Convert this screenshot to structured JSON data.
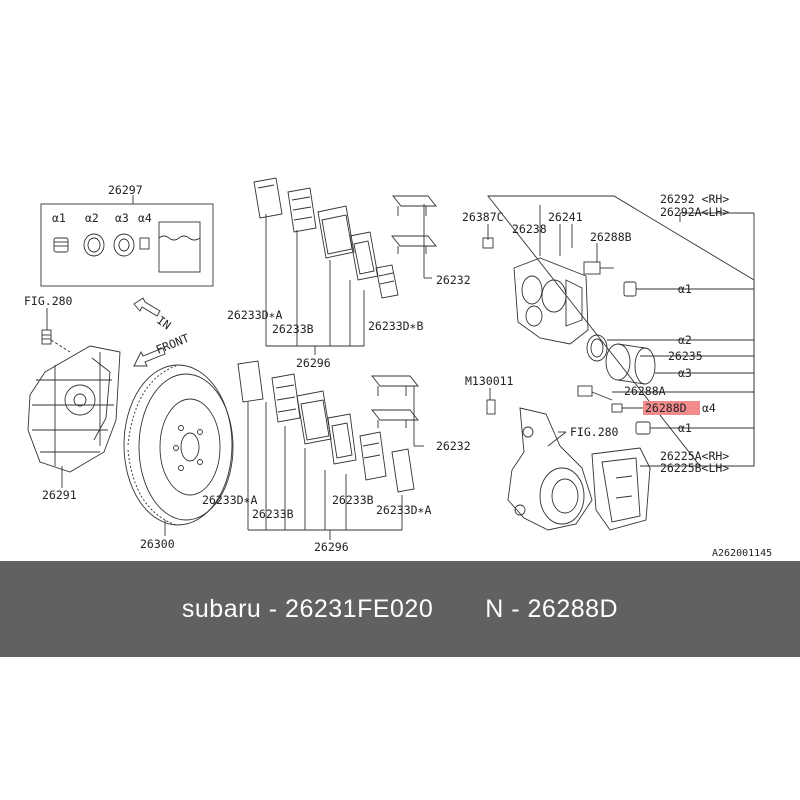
{
  "diagram": {
    "kit_label": "26297",
    "kit_items": [
      "α1",
      "α2",
      "α3",
      "α4"
    ],
    "fig_left": "FIG.280",
    "in_label": "IN",
    "front_label": "FRONT",
    "part_26291": "26291",
    "part_26300": "26300",
    "upper_pads": {
      "shim_da": "26233D∗A",
      "shim_b": "26233B",
      "shim_db": "26233D∗B",
      "clip": "26232",
      "set": "26296"
    },
    "lower_pads": {
      "shim_da": "26233D∗A",
      "shim_b": "26233B",
      "shim_da2": "26233D∗A",
      "clip": "26232",
      "set": "26296"
    },
    "caliper": {
      "c26387": "26387C",
      "c26238": "26238",
      "c26241": "26241",
      "c26288b": "26288B",
      "c26292_rh": "26292 <RH>",
      "c26292_lh": "26292A<LH>",
      "a1_top": "α1",
      "a2": "α2",
      "c26235": "26235",
      "a3": "α3",
      "c26288a": "26288A",
      "c26288d": "26288D",
      "a4": "α4",
      "a1_bottom": "α1",
      "m130011": "M130011",
      "fig_right": "FIG.280",
      "c26225_rh": "26225A<RH>",
      "c26225_lh": "26225B<LH>"
    },
    "ref_code": "A262001145",
    "highlight_color": "#f28b8b"
  },
  "footer": {
    "left_text": "subaru - 26231FE020",
    "right_text": "N - 26288D",
    "bg_color": "#616161"
  }
}
